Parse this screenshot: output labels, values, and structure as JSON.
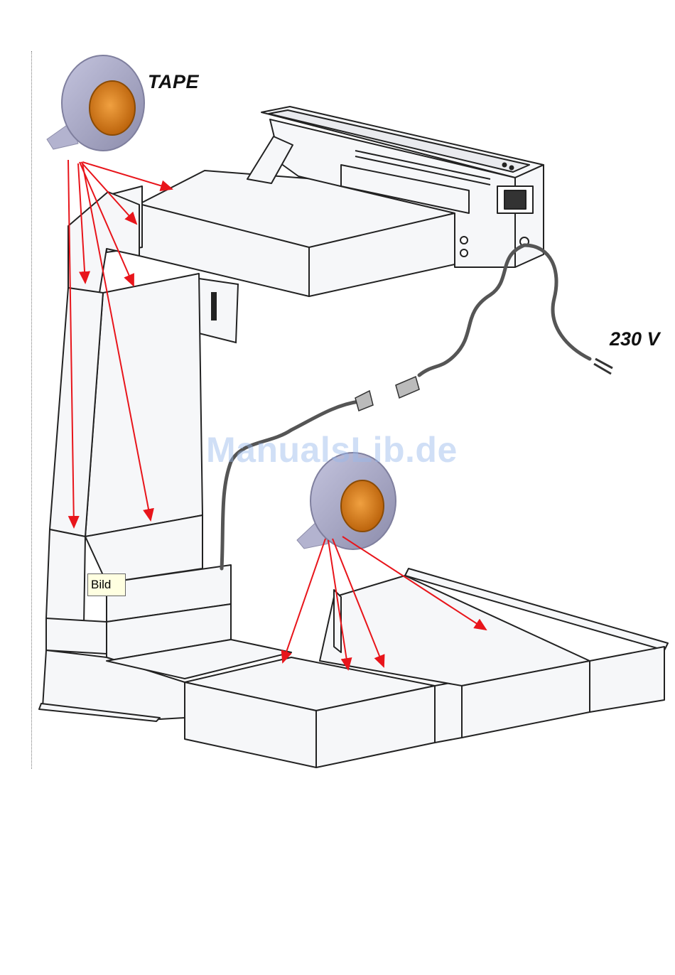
{
  "labels": {
    "tape": "TAPE",
    "voltage": "230 V",
    "tooltip": "Bild",
    "watermark": "ManualsLib.de"
  },
  "colors": {
    "arrow": "#e8151b",
    "tape_outer": "#a6a6c4",
    "tape_core": "#d47a14",
    "line_art": "#222222",
    "panel_fill": "#f6f7f9"
  }
}
